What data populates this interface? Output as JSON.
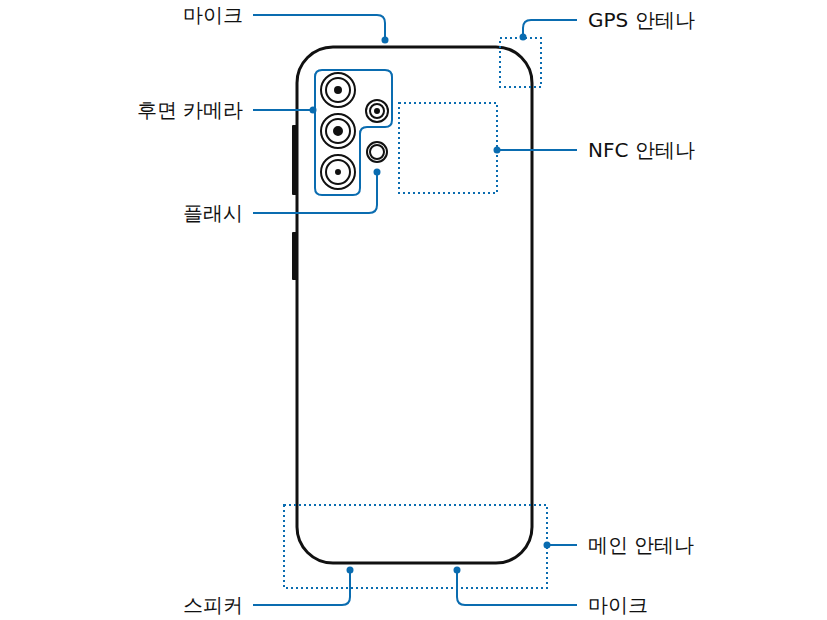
{
  "diagram": {
    "labels": [
      "마이크",
      "GPS 안테나",
      "후면 카메라",
      "NFC 안테나",
      "플래시",
      "메인 안테나",
      "스피커",
      "마이크"
    ]
  }
}
